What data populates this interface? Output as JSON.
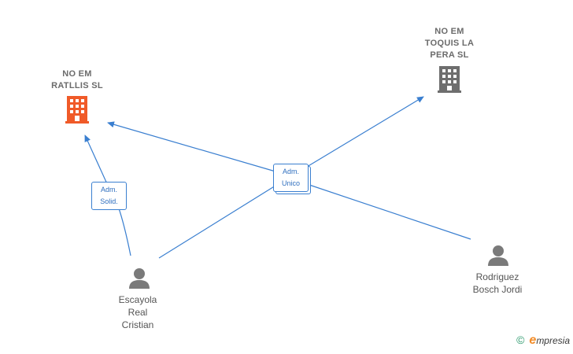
{
  "colors": {
    "edge": "#3a7fd0",
    "company_main": "#f05a28",
    "company_other": "#6e6e6e",
    "person": "#7a7a7a",
    "brand_orange": "#f28c28"
  },
  "nodes": {
    "company_ratllis": {
      "name_lines": [
        "NO EM",
        "RATLLIS  SL"
      ],
      "icon": "building-icon"
    },
    "company_toquis": {
      "name_lines": [
        "NO EM",
        "TOQUIS LA",
        "PERA  SL"
      ],
      "icon": "building-icon"
    },
    "person_escayola": {
      "name_lines": [
        "Escayola",
        "Real",
        "Cristian"
      ],
      "icon": "person-icon"
    },
    "person_rodriguez": {
      "name_lines": [
        "Rodriguez",
        "Bosch Jordi"
      ],
      "icon": "person-icon"
    }
  },
  "edge_labels": {
    "adm_solid": {
      "lines": [
        "Adm.",
        "Solid."
      ]
    },
    "adm_unico": {
      "lines": [
        "Adm.",
        "Unico"
      ]
    }
  },
  "footer": {
    "copyright_symbol": "©",
    "brand_initial": "e",
    "brand_rest": "mpresia"
  }
}
